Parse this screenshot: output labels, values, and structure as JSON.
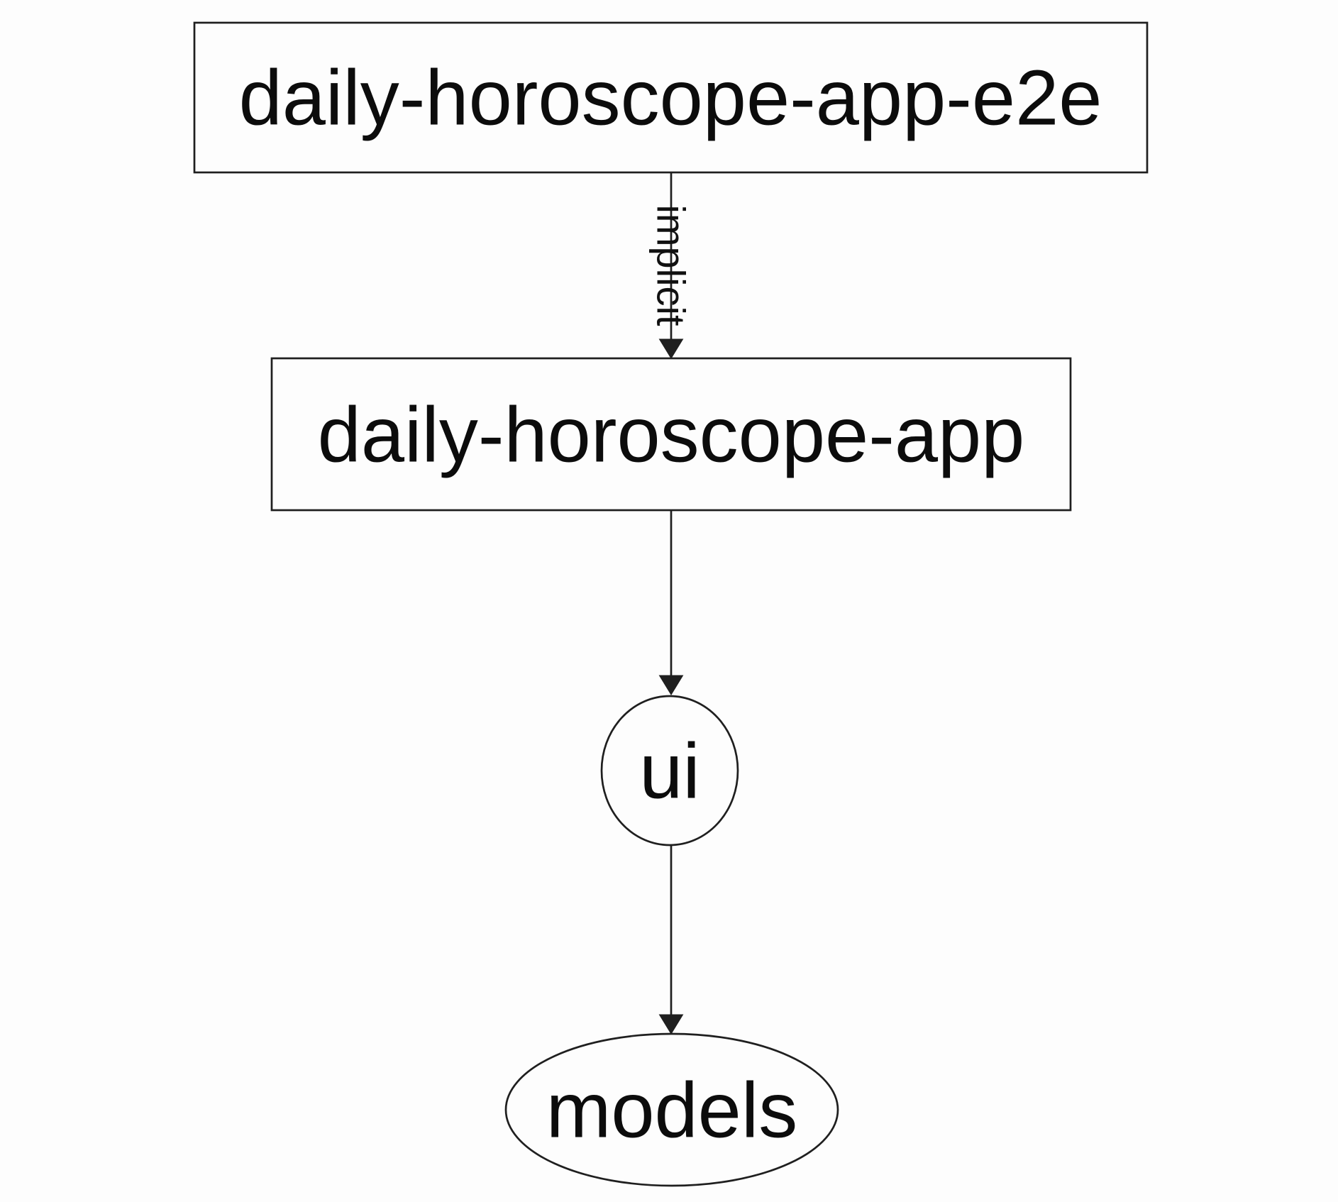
{
  "diagram": {
    "background_color": "#fdfdfd",
    "stroke_color": "#1f1f1f",
    "text_color": "#0c0c0c",
    "nodes": [
      {
        "id": "daily-horoscope-app-e2e",
        "label": "daily-horoscope-app-e2e",
        "shape": "rectangle"
      },
      {
        "id": "daily-horoscope-app",
        "label": "daily-horoscope-app",
        "shape": "rectangle"
      },
      {
        "id": "ui",
        "label": "ui",
        "shape": "ellipse"
      },
      {
        "id": "models",
        "label": "models",
        "shape": "ellipse"
      }
    ],
    "edges": [
      {
        "from": "daily-horoscope-app-e2e",
        "to": "daily-horoscope-app",
        "label": "implicit"
      },
      {
        "from": "daily-horoscope-app",
        "to": "ui",
        "label": ""
      },
      {
        "from": "ui",
        "to": "models",
        "label": ""
      }
    ]
  }
}
